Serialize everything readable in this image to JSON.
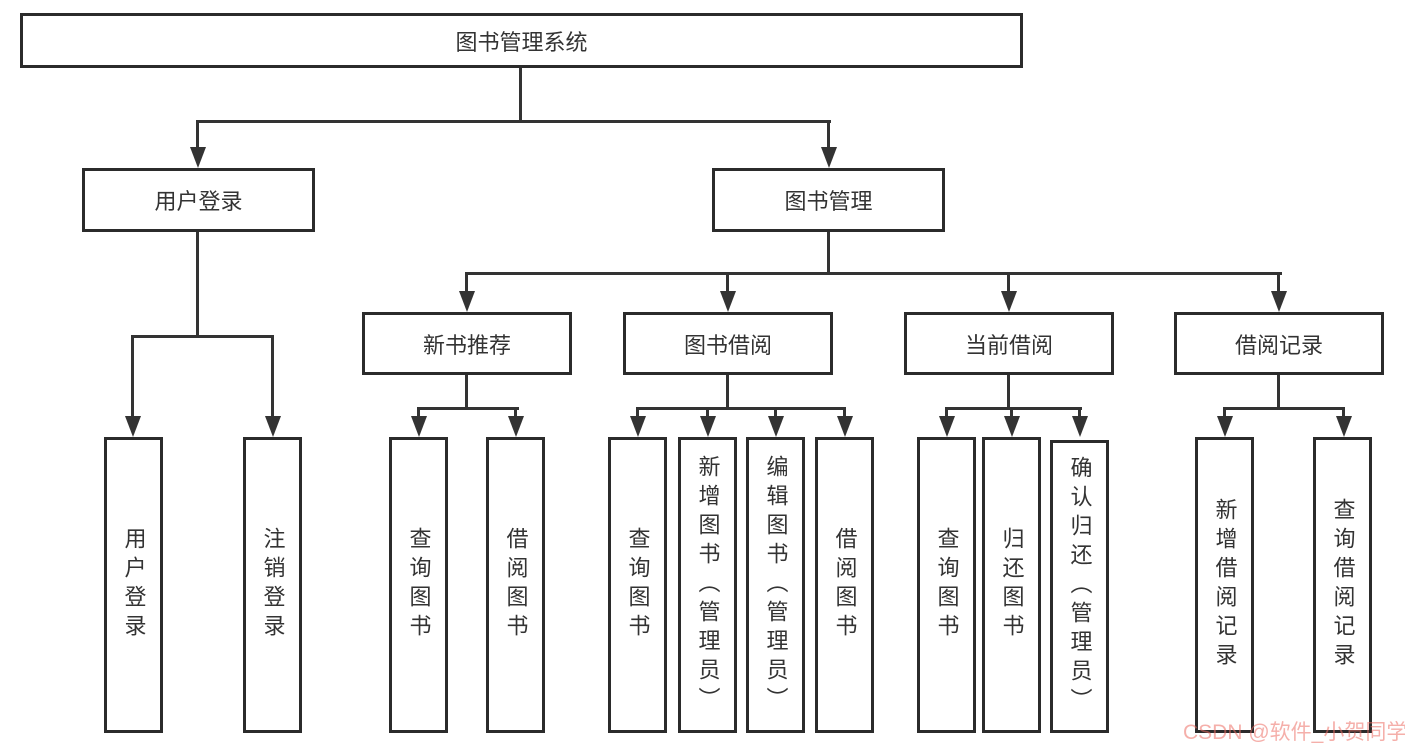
{
  "colors": {
    "line": "#333333",
    "box_border": "#2b2b2b",
    "text": "#333333",
    "watermark": "#ec6e64"
  },
  "tree": {
    "label": "图书管理系统",
    "children": [
      {
        "label": "用户登录",
        "children": [
          {
            "label": "用户登录"
          },
          {
            "label": "注销登录"
          }
        ]
      },
      {
        "label": "图书管理",
        "children": [
          {
            "label": "新书推荐",
            "children": [
              {
                "label": "查询图书"
              },
              {
                "label": "借阅图书"
              }
            ]
          },
          {
            "label": "图书借阅",
            "children": [
              {
                "label": "查询图书"
              },
              {
                "label": "新增图书（管理员）"
              },
              {
                "label": "编辑图书（管理员）"
              },
              {
                "label": "借阅图书"
              }
            ]
          },
          {
            "label": "当前借阅",
            "children": [
              {
                "label": "查询图书"
              },
              {
                "label": "归还图书"
              },
              {
                "label": "确认归还（管理员）"
              }
            ]
          },
          {
            "label": "借阅记录",
            "children": [
              {
                "label": "新增借阅记录"
              },
              {
                "label": "查询借阅记录"
              }
            ]
          }
        ]
      }
    ]
  },
  "watermark": {
    "text": "CSDN @软件_小贺同学"
  }
}
